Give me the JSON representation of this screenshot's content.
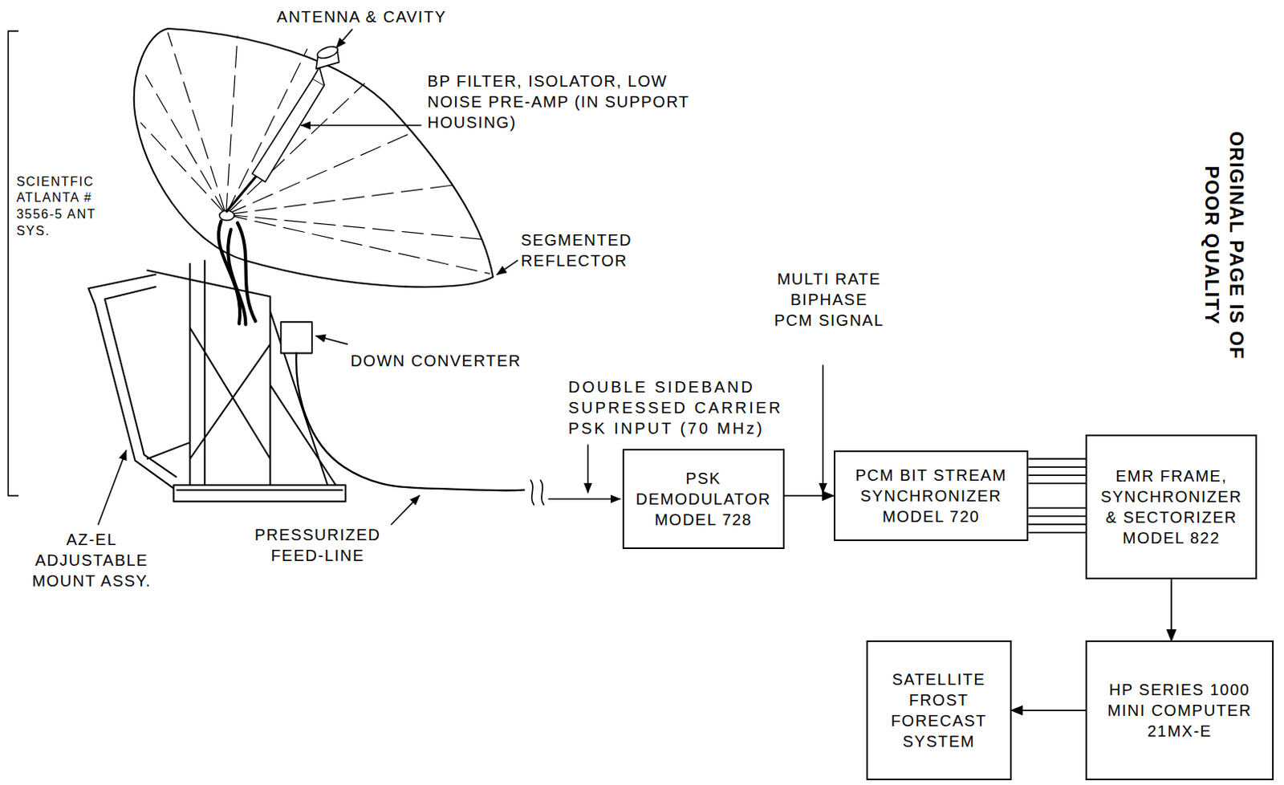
{
  "diagram": {
    "nodes": [
      {
        "text": [
          "PSK DEMODULATOR MODEL 728"
        ]
      },
      {
        "text": [
          "PCM BIT STREAM SYNCHRONIZER MODEL 720"
        ]
      },
      {
        "text": [
          "EMR FRAME, SYNCHRONIZER & SECTORIZER MODEL 822"
        ]
      },
      {
        "text": [
          "SATELLITE FROST FORECAST SYSTEM"
        ]
      },
      {
        "text": [
          "HP SERIES 1000 MINI COMPUTER 21MX-E"
        ]
      }
    ],
    "edges": [
      {
        "from": 0,
        "to": 1,
        "arrow": "to"
      },
      {
        "from": 1,
        "to": 2,
        "arrow": "none"
      },
      {
        "from": 2,
        "to": 4,
        "arrow": "to"
      },
      {
        "from": 4,
        "to": 3,
        "arrow": "to"
      }
    ],
    "labels": [
      "ANTENNA & CAVITY",
      "BP FILTER, ISOLATOR, LOW NOISE PRE-AMP (IN SUPPORT HOUSING)",
      "SCIENTFIC ATLANTA # 3556-5 ANT SYS.",
      "SEGMENTED REFLECTOR",
      "MULTI RATE BIPHASE PCM SIGNAL",
      "DOWN CONVERTER",
      "DOUBLE SIDEBAND SUPRESSED CARRIER PSK INPUT (70 MHz)",
      "AZ-EL ADJUSTABLE MOUNT ASSY.",
      "PRESSURIZED FEED-LINE",
      "ORIGINAL PAGE IS OF POOR QUALITY"
    ]
  }
}
